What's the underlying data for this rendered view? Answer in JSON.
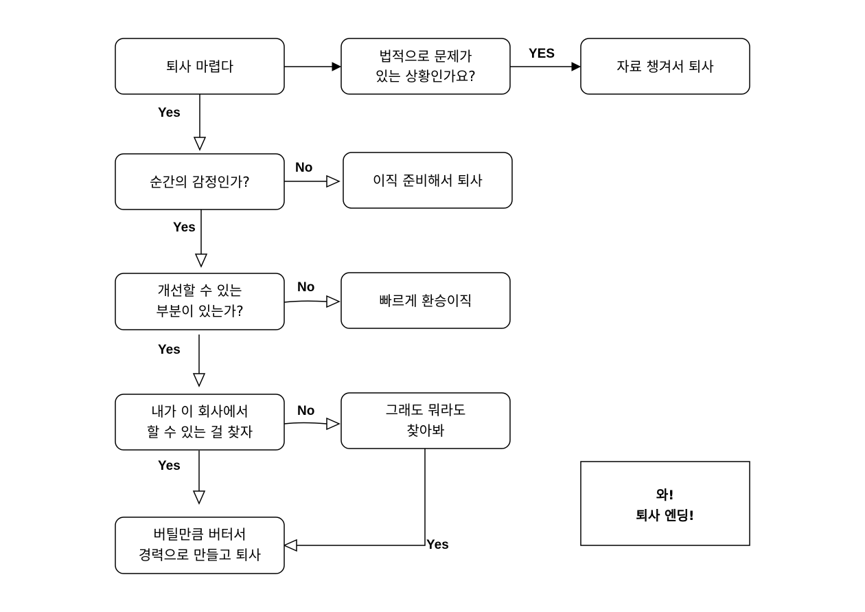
{
  "nodes": {
    "quit_intent": {
      "lines": [
        "퇴사 마렵다"
      ]
    },
    "legal_issue": {
      "lines": [
        "법적으로 문제가",
        "있는 상황인가요?"
      ]
    },
    "quit_with_evidence": {
      "lines": [
        "자료 챙겨서 퇴사"
      ]
    },
    "momentary_emotion": {
      "lines": [
        "순간의 감정인가?"
      ]
    },
    "prepare_job_change": {
      "lines": [
        "이직 준비해서 퇴사"
      ]
    },
    "improvable": {
      "lines": [
        "개선할 수 있는",
        "부분이 있는가?"
      ]
    },
    "quick_transfer": {
      "lines": [
        "빠르게 환승이직"
      ]
    },
    "can_do_here": {
      "lines": [
        "내가 이 회사에서",
        "할 수 있는 걸 찾자"
      ]
    },
    "try_anything": {
      "lines": [
        "그래도 뭐라도",
        "찾아봐"
      ]
    },
    "endure": {
      "lines": [
        "버틸만큼 버터서",
        "경력으로 만들고 퇴사"
      ]
    },
    "ending": {
      "lines": [
        "와!",
        "퇴사 엔딩!"
      ]
    }
  },
  "edge_labels": {
    "quit_to_emotion": "Yes",
    "legal_yes": "YES",
    "emotion_no": "No",
    "emotion_yes": "Yes",
    "improvable_no": "No",
    "improvable_yes": "Yes",
    "can_do_no": "No",
    "can_do_yes": "Yes",
    "try_yes": "Yes"
  }
}
